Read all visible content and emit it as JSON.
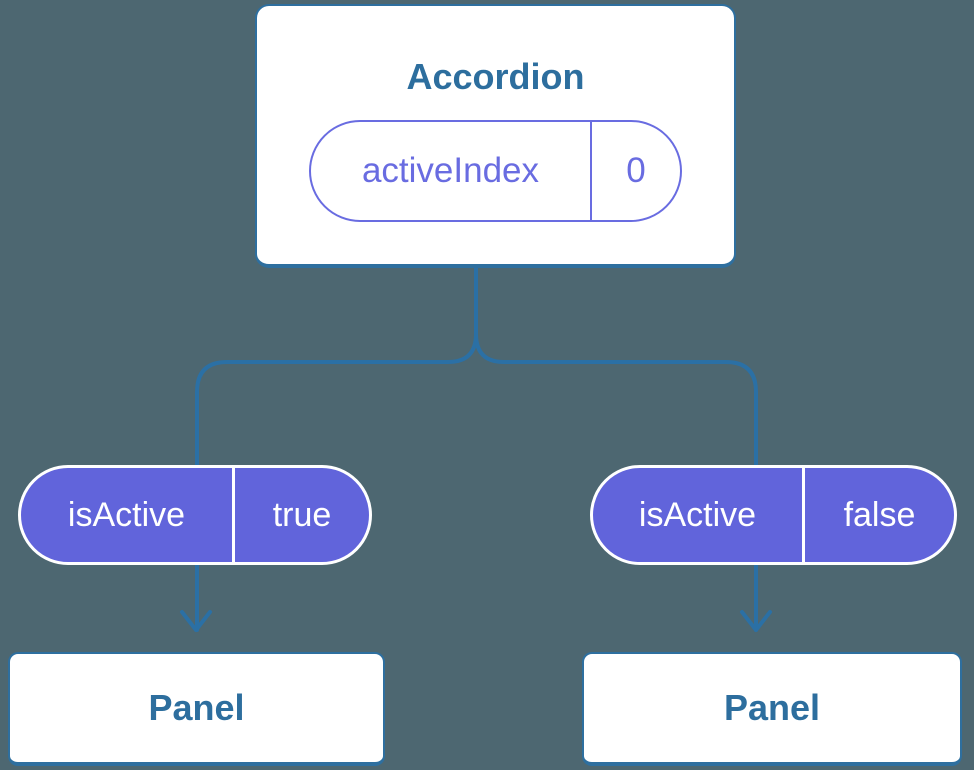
{
  "diagram": {
    "description": "React component tree showing state passed down as props",
    "root": {
      "title": "Accordion",
      "state": {
        "name": "activeIndex",
        "value": "0"
      }
    },
    "children": [
      {
        "prop": {
          "name": "isActive",
          "value": "true"
        },
        "title": "Panel"
      },
      {
        "prop": {
          "name": "isActive",
          "value": "false"
        },
        "title": "Panel"
      }
    ]
  },
  "colors": {
    "bg": "#4d6771",
    "line_blue": "#2b70a5",
    "border_blue": "#2e6f9f",
    "text_blue": "#2d6e9e",
    "purple": "#6164db",
    "purple_light": "#696ce1",
    "card_white": "#ffffff"
  }
}
